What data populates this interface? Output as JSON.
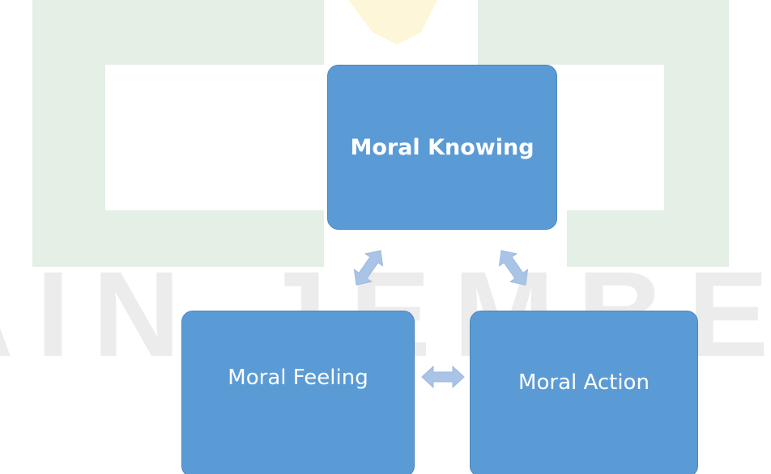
{
  "diagram": {
    "nodes": {
      "knowing": "Moral Knowing",
      "feeling": "Moral Feeling",
      "action": "Moral Action"
    },
    "edges": [
      {
        "from": "knowing",
        "to": "feeling",
        "bidirectional": true
      },
      {
        "from": "knowing",
        "to": "action",
        "bidirectional": true
      },
      {
        "from": "feeling",
        "to": "action",
        "bidirectional": true
      }
    ]
  },
  "watermark": {
    "text": "IAIN JEMBER",
    "colors": {
      "green": "#e4efe6",
      "gray": "#f0f0f0",
      "yellow": "#fdf6d8"
    }
  },
  "colors": {
    "box_fill": "#5b9bd5",
    "box_border": "#4a86c0",
    "arrow_fill": "#a9c4e6"
  }
}
